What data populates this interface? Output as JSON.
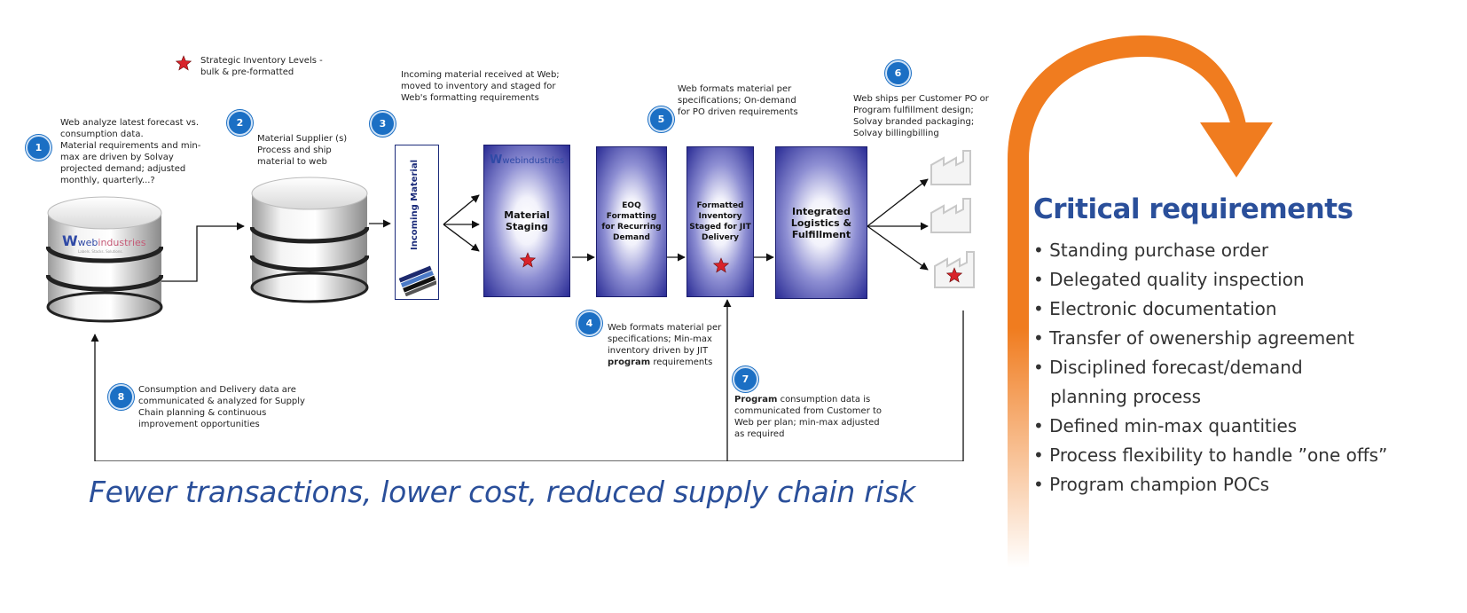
{
  "legend": {
    "text": "Strategic Inventory Levels -\nbulk & pre-formatted"
  },
  "steps": [
    {
      "num": "1",
      "text": "Web analyze latest forecast vs.\nconsumption data.\nMaterial requirements and min-\nmax are driven by Solvay\nprojected demand; adjusted\nmonthly, quarterly...?"
    },
    {
      "num": "2",
      "text": "Material Supplier (s)\nProcess and ship\nmaterial to web"
    },
    {
      "num": "3",
      "text": "Incoming material received at Web;\nmoved to inventory and staged for\nWeb's formatting requirements"
    },
    {
      "num": "4",
      "text": "Web formats material per\nspecifications; Min-max\ninventory driven by JIT",
      "bold": "program",
      "tail": " requirements"
    },
    {
      "num": "5",
      "text": "Web formats material per\nspecifications; On-demand\nfor PO driven requirements"
    },
    {
      "num": "6",
      "text": "Web ships per Customer PO or\nProgram fulfillment design;\nSolvay branded packaging;\nSolvay billingbilling"
    },
    {
      "num": "7",
      "bold": "Program",
      "text": " consumption data is\ncommunicated from Customer to\nWeb per plan; min-max adjusted\nas required"
    },
    {
      "num": "8",
      "text": "Consumption and Delivery data are\ncommunicated & analyzed for Supply\nChain planning & continuous\nimprovement opportunities"
    }
  ],
  "logo": {
    "brand": "webindustries",
    "brand_part1": "web",
    "brand_part2": "industries",
    "tagline": "Labels. Stacks. Solutions."
  },
  "boxes": {
    "incoming": "Incoming Material",
    "staging": "Material\nStaging",
    "eoq": "EOQ Formatting\nfor Recurring\nDemand",
    "formatted": "Formatted\nInventory\nStaged for JIT\nDelivery",
    "integrated": "Integrated\nLogistics &\nFulfillment"
  },
  "tagline": "Fewer transactions, lower cost, reduced supply chain risk",
  "critical": {
    "title": "Critical requirements",
    "items": [
      "• Standing purchase order",
      "• Delegated quality inspection",
      "• Electronic documentation",
      "• Transfer of owenership agreement",
      "• Disciplined forecast/demand",
      "   planning process",
      "• Defined min-max quantities",
      "• Process flexibility to handle ”one offs”",
      "• Program champion POCs"
    ]
  },
  "colors": {
    "accent_blue": "#2a4f9a",
    "badge_blue": "#1b6fc4",
    "box_navy": "#2a2c95",
    "star_red": "#d8232a",
    "arc_orange": "#f07c1f"
  }
}
